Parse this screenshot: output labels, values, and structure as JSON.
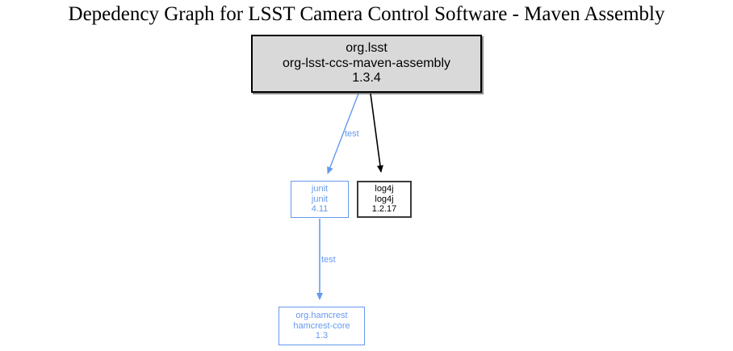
{
  "graph": {
    "title": "Depedency Graph for LSST Camera Control Software - Maven Assembly",
    "type": "dependency-graph",
    "colors": {
      "root_fill": "#d9d9d9",
      "root_border": "#000000",
      "test_scope": "#6699ee",
      "compile_scope": "#000000",
      "background": "#ffffff"
    },
    "nodes": [
      {
        "id": "root",
        "group_id": "org.lsst",
        "artifact_id": "org-lsst-ccs-maven-assembly",
        "version": "1.3.4",
        "style": "filled-gray"
      },
      {
        "id": "junit",
        "group_id": "junit",
        "artifact_id": "junit",
        "version": "4.11",
        "style": "test-blue"
      },
      {
        "id": "log4j",
        "group_id": "log4j",
        "artifact_id": "log4j",
        "version": "1.2.17",
        "style": "compile-black"
      },
      {
        "id": "hamcrest",
        "group_id": "org.hamcrest",
        "artifact_id": "hamcrest-core",
        "version": "1.3",
        "style": "test-blue"
      }
    ],
    "edges": [
      {
        "id": "root-junit",
        "from": "root",
        "to": "junit",
        "label": "test",
        "color": "#6699ee"
      },
      {
        "id": "root-log4j",
        "from": "root",
        "to": "log4j",
        "label": "",
        "color": "#000000"
      },
      {
        "id": "junit-hamcrest",
        "from": "junit",
        "to": "hamcrest",
        "label": "test",
        "color": "#6699ee"
      }
    ]
  }
}
